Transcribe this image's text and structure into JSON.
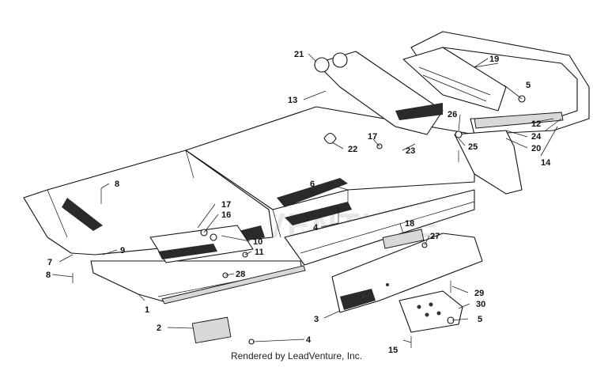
{
  "diagram": {
    "credit": "Rendered by LeadVenture, Inc.",
    "watermark": "LEADVENTURE",
    "callouts": [
      {
        "id": "c1",
        "label": "1"
      },
      {
        "id": "c2",
        "label": "2"
      },
      {
        "id": "c3",
        "label": "3"
      },
      {
        "id": "c4a",
        "label": "4"
      },
      {
        "id": "c4b",
        "label": "4"
      },
      {
        "id": "c5a",
        "label": "5"
      },
      {
        "id": "c5b",
        "label": "5"
      },
      {
        "id": "c6",
        "label": "6"
      },
      {
        "id": "c7",
        "label": "7"
      },
      {
        "id": "c8a",
        "label": "8"
      },
      {
        "id": "c8b",
        "label": "8"
      },
      {
        "id": "c9",
        "label": "9"
      },
      {
        "id": "c10",
        "label": "10"
      },
      {
        "id": "c11",
        "label": "11"
      },
      {
        "id": "c12",
        "label": "12"
      },
      {
        "id": "c13",
        "label": "13"
      },
      {
        "id": "c14",
        "label": "14"
      },
      {
        "id": "c15",
        "label": "15"
      },
      {
        "id": "c16",
        "label": "16"
      },
      {
        "id": "c17a",
        "label": "17"
      },
      {
        "id": "c17b",
        "label": "17"
      },
      {
        "id": "c18",
        "label": "18"
      },
      {
        "id": "c19",
        "label": "19"
      },
      {
        "id": "c20",
        "label": "20"
      },
      {
        "id": "c21",
        "label": "21"
      },
      {
        "id": "c22",
        "label": "22"
      },
      {
        "id": "c23",
        "label": "23"
      },
      {
        "id": "c24",
        "label": "24"
      },
      {
        "id": "c25",
        "label": "25"
      },
      {
        "id": "c26",
        "label": "26"
      },
      {
        "id": "c27",
        "label": "27"
      },
      {
        "id": "c28",
        "label": "28"
      },
      {
        "id": "c29",
        "label": "29"
      },
      {
        "id": "c30",
        "label": "30"
      }
    ]
  }
}
